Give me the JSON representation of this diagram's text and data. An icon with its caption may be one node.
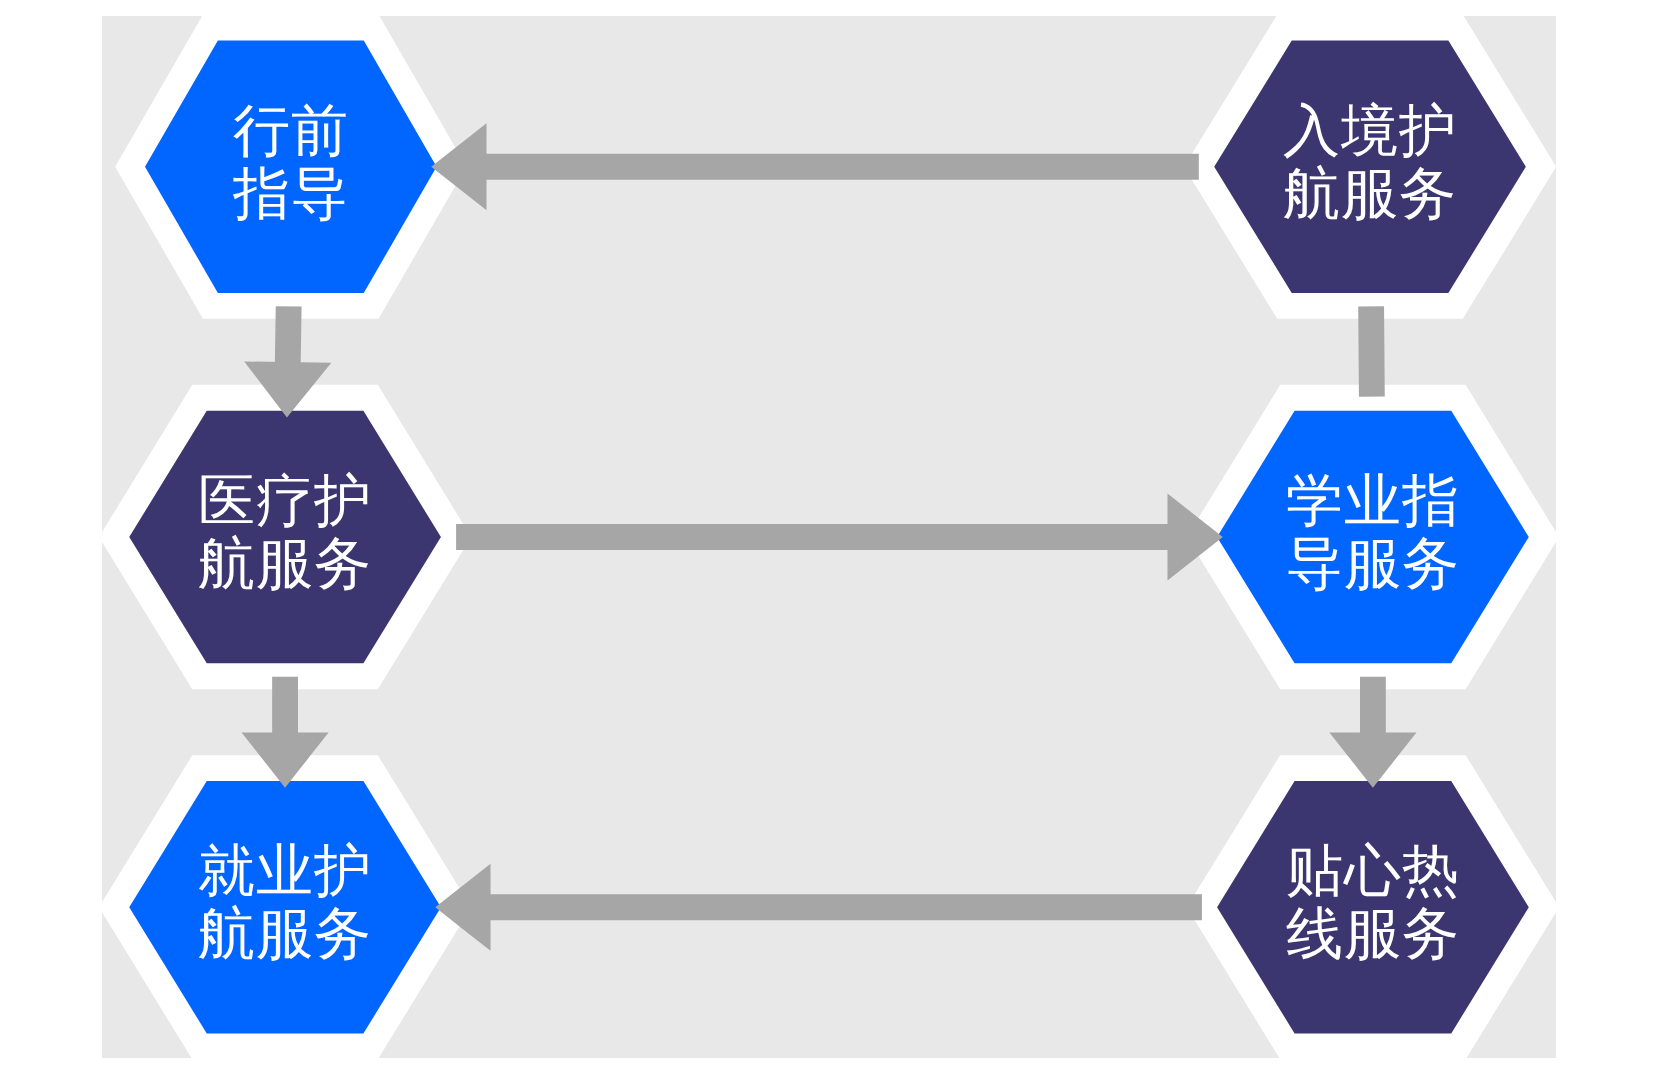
{
  "diagram": {
    "nodes": [
      {
        "text": [
          "行前指导"
        ]
      },
      {
        "text": [
          "入境护航服务"
        ]
      },
      {
        "text": [
          "医疗护航服务"
        ]
      },
      {
        "text": [
          "学业指导服务"
        ]
      },
      {
        "text": [
          "就业护航服务"
        ]
      },
      {
        "text": [
          "贴心热线服务"
        ]
      }
    ],
    "edges": [
      {
        "from": 1,
        "to": 0,
        "arrow": "to"
      },
      {
        "from": 0,
        "to": 2,
        "arrow": "to"
      },
      {
        "from": 2,
        "to": 3,
        "arrow": "to"
      },
      {
        "from": 1,
        "to": 3,
        "arrow": "none"
      },
      {
        "from": 3,
        "to": 5,
        "arrow": "to"
      },
      {
        "from": 2,
        "to": 4,
        "arrow": "to"
      },
      {
        "from": 5,
        "to": 4,
        "arrow": "to"
      }
    ]
  }
}
